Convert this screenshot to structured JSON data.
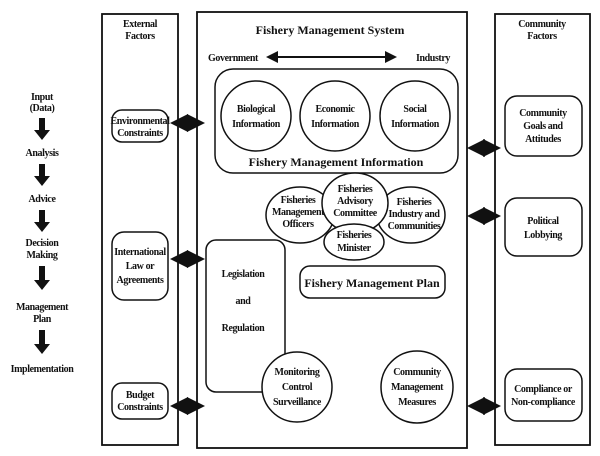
{
  "process_steps": [
    "Input",
    "(Data)",
    "Analysis",
    "Advice",
    "Decision",
    "Making",
    "Management",
    "Plan",
    "Implementation"
  ],
  "external": {
    "title": [
      "External",
      "Factors"
    ],
    "items": [
      [
        "Environmental",
        "Constraints"
      ],
      [
        "International",
        "Law or",
        "Agreements"
      ],
      [
        "Budget",
        "Constraints"
      ]
    ]
  },
  "system": {
    "title": "Fishery Management System",
    "spectrum_left": "Government",
    "spectrum_right": "Industry",
    "info_label": "Fishery Management Information",
    "info_items": [
      [
        "Biological",
        "Information"
      ],
      [
        "Economic",
        "Information"
      ],
      [
        "Social",
        "Information"
      ]
    ],
    "actors": {
      "officers": [
        "Fisheries",
        "Management",
        "Officers"
      ],
      "advisory": [
        "Fisheries",
        "Advisory",
        "Committee"
      ],
      "industry": [
        "Fisheries",
        "Industry and",
        "Communities"
      ],
      "minister": [
        "Fisheries",
        "Minister"
      ]
    },
    "legislation": [
      "Legislation",
      "and",
      "Regulation"
    ],
    "plan": "Fishery Management Plan",
    "monitoring": [
      "Monitoring",
      "Control",
      "Surveillance"
    ],
    "community_measures": [
      "Community",
      "Management",
      "Measures"
    ]
  },
  "community": {
    "title": [
      "Community",
      "Factors"
    ],
    "items": [
      [
        "Community",
        "Goals and",
        "Attitudes"
      ],
      [
        "Political",
        "Lobbying"
      ],
      [
        "Compliance or",
        "Non-compliance"
      ]
    ]
  }
}
